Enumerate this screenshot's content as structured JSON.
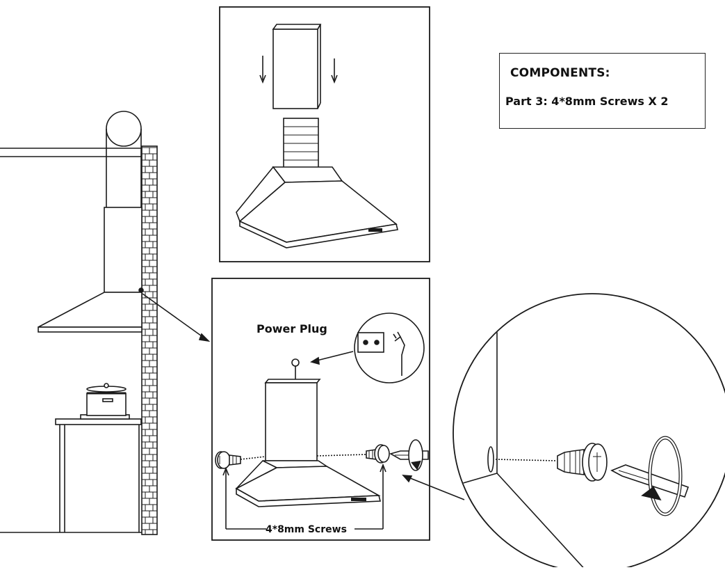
{
  "components": {
    "title": "COMPONENTS:",
    "item": "Part 3:  4*8mm Screws X 2"
  },
  "labels": {
    "power_plug": "Power Plug",
    "screws": "4*8mm Screws"
  },
  "colors": {
    "line": "#1a1a1a",
    "background": "#ffffff"
  }
}
